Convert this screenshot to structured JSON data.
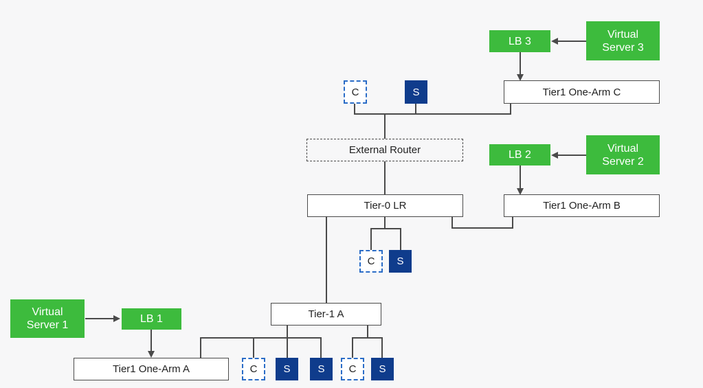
{
  "diagram": {
    "routers": {
      "external_router": "External Router",
      "tier0": "Tier-0 LR",
      "tier1_a": "Tier-1 A",
      "one_arm_a": "Tier1 One-Arm A",
      "one_arm_b": "Tier1 One-Arm B",
      "one_arm_c": "Tier1 One-Arm C"
    },
    "load_balancers": {
      "lb1": "LB 1",
      "lb2": "LB 2",
      "lb3": "LB 3"
    },
    "virtual_servers": {
      "vs1_line1": "Virtual",
      "vs1_line2": "Server 1",
      "vs2_line1": "Virtual",
      "vs2_line2": "Server 2",
      "vs3_line1": "Virtual",
      "vs3_line2": "Server 3"
    },
    "client_label": "C",
    "server_label": "S"
  },
  "colors": {
    "green": "#3dbb3d",
    "dark_blue": "#0f3c8c",
    "dashed_blue": "#2a6cc7",
    "line": "#4a4a4a"
  }
}
